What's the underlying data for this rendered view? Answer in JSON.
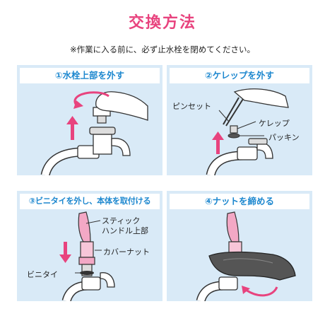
{
  "title": "交換方法",
  "note": "※作業に入る前に、必ず止水栓を閉めてください。",
  "steps": [
    {
      "heading": "①水栓上部を外す"
    },
    {
      "heading": "②ケレップを外す",
      "labels": {
        "tweezers": "ピンセット",
        "kerep": "ケレップ",
        "packing": "パッキン"
      }
    },
    {
      "heading": "③ビニタイを外し、本体を取付ける",
      "labels": {
        "stick_handle_1": "スティック",
        "stick_handle_2": "ハンドル上部",
        "cover_nut": "カバーナット",
        "vinyl_tie": "ビニタイ"
      }
    },
    {
      "heading": "④ナットを締める"
    }
  ],
  "colors": {
    "title": "#e8437e",
    "heading": "#1e88cf",
    "panel_bg": "#d9eaf7",
    "arrow": "#e8437e"
  }
}
